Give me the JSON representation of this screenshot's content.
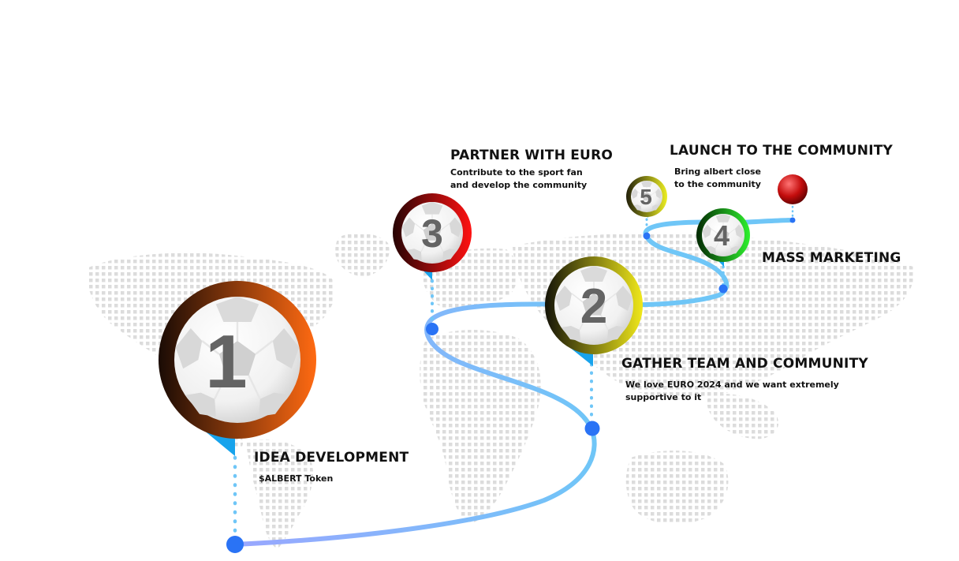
{
  "milestones": [
    {
      "number": "1",
      "title": "IDEA DEVELOPMENT",
      "description": "$ALBERT Token",
      "ring_colors": [
        "#1a0b05",
        "#ff6a12"
      ]
    },
    {
      "number": "2",
      "title": "GATHER TEAM AND COMMUNITY",
      "description": "We love EURO 2024 and we want extremely\nsupportive to it",
      "ring_colors": [
        "#141308",
        "#f0e81a"
      ]
    },
    {
      "number": "3",
      "title": "PARTNER WITH EURO",
      "description": "Contribute to the sport fan\nand develop the community",
      "ring_colors": [
        "#260404",
        "#ff1212"
      ]
    },
    {
      "number": "4",
      "title": "MASS MARKETING",
      "description": "",
      "ring_colors": [
        "#032903",
        "#2ef02e"
      ]
    },
    {
      "number": "5",
      "title": "LAUNCH TO THE COMMUNITY",
      "description": "Bring albert close\nto the community",
      "ring_colors": [
        "#22200a",
        "#ecee22"
      ]
    }
  ],
  "colors": {
    "path_start": "#9aa6ff",
    "path": "#6fc6f7",
    "node": "#2a73f5",
    "pointer": "#17a3ec",
    "map_dots": "#dcdcdc",
    "end_ball": "#c40d0d"
  }
}
